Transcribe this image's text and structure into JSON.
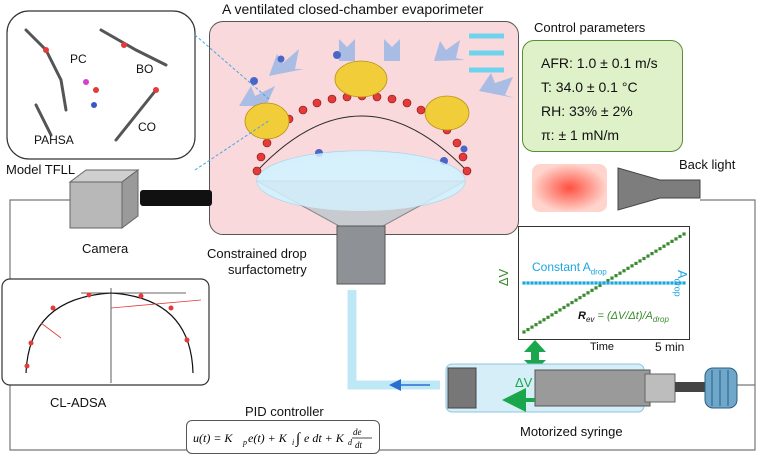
{
  "title": "A ventilated closed-chamber evaporimeter",
  "model_label": "Model TFLL",
  "molecules": {
    "pc": "PC",
    "bo": "BO",
    "pahsa": "PAHSA",
    "co": "CO"
  },
  "control": {
    "heading": "Control  parameters",
    "items": [
      "AFR: 1.0 ± 0.1 m/s",
      "T: 34.0 ± 0.1 °C",
      "RH: 33% ± 2%",
      "π: ± 1 mN/m"
    ]
  },
  "backlight_label": "Back light",
  "camera_label": "Camera",
  "drop_label_line1": "Constrained drop",
  "drop_label_line2": "surfactometry",
  "cladsa_label": "CL-ADSA",
  "pid_label": "PID controller",
  "syringe_label": "Motorized syringe",
  "syringe_dv": "ΔV",
  "chart": {
    "y_left": "ΔV",
    "y_right": "A",
    "y_right_sub": "drop",
    "constant": "Constant A",
    "constant_sub": "drop",
    "rev_prefix": "R",
    "rev_sub": "ev",
    "rev_eq": " = (ΔV/Δt)/A",
    "rev_eq_sub": "drop",
    "x_label": "Time",
    "duration": "5 min"
  },
  "colors": {
    "chamber": "#f9d9dc",
    "control_box": "#dff1c8",
    "green": "#3a8a2e",
    "blue": "#1aa6e0",
    "red": "#e53a3a"
  },
  "chart_data": {
    "type": "line",
    "x": [
      0,
      1,
      2,
      3,
      4,
      5
    ],
    "series": [
      {
        "values": [
          0,
          1,
          2,
          3,
          4,
          5
        ]
      },
      {
        "values": [
          2.5,
          2.5,
          2.5,
          2.5,
          2.5,
          2.5
        ]
      }
    ],
    "xlabel": "Time",
    "ylabel": "ΔV"
  }
}
